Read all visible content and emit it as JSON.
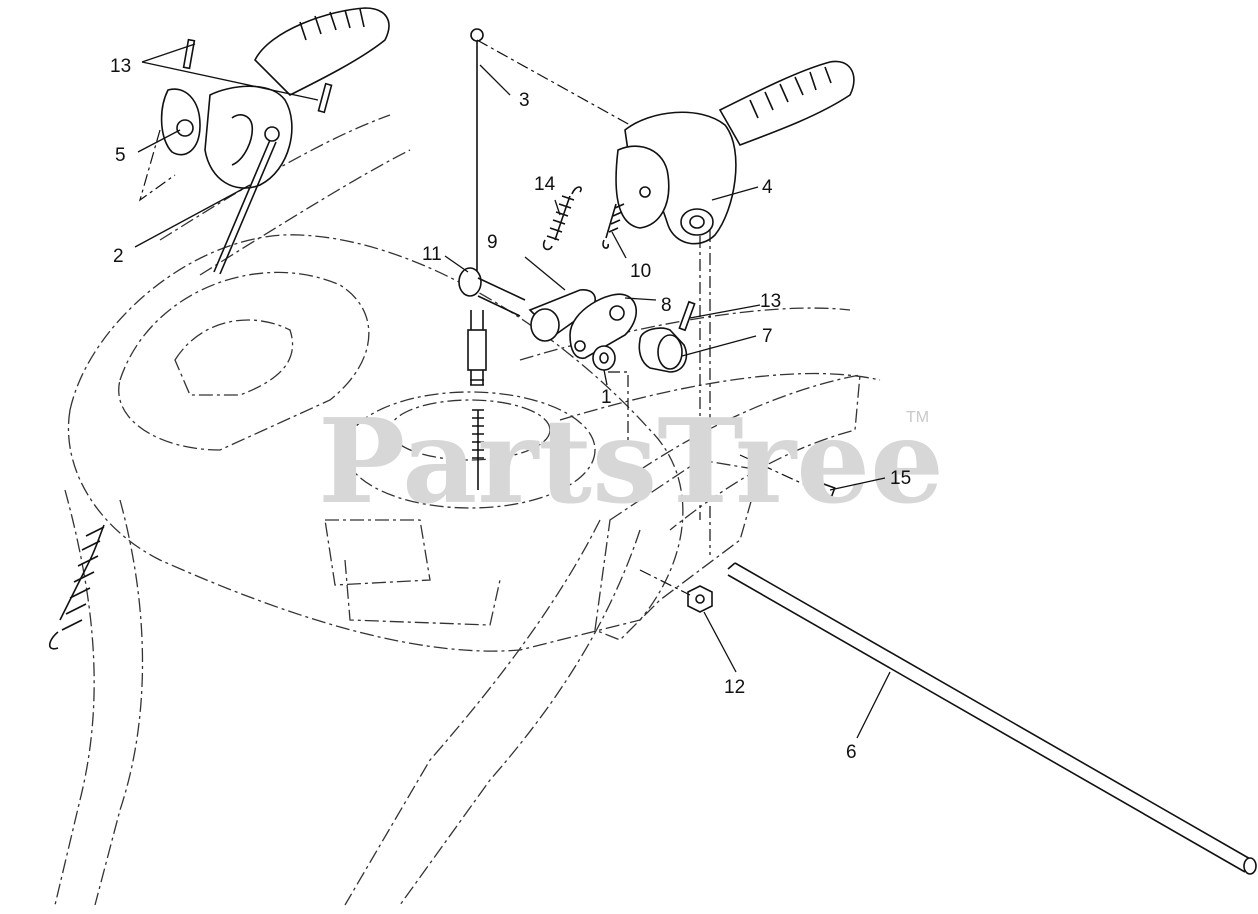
{
  "watermark": {
    "brand": "PartsTree",
    "trademark": "TM"
  },
  "callouts": [
    {
      "id": "c1",
      "label": "1"
    },
    {
      "id": "c2",
      "label": "2"
    },
    {
      "id": "c3",
      "label": "3"
    },
    {
      "id": "c4",
      "label": "4"
    },
    {
      "id": "c5",
      "label": "5"
    },
    {
      "id": "c6",
      "label": "6"
    },
    {
      "id": "c7",
      "label": "7"
    },
    {
      "id": "c8",
      "label": "8"
    },
    {
      "id": "c9",
      "label": "9"
    },
    {
      "id": "c10",
      "label": "10"
    },
    {
      "id": "c11",
      "label": "11"
    },
    {
      "id": "c12",
      "label": "12"
    },
    {
      "id": "c13a",
      "label": "13"
    },
    {
      "id": "c13b",
      "label": "13"
    },
    {
      "id": "c14",
      "label": "14"
    },
    {
      "id": "c15",
      "label": "15"
    }
  ]
}
